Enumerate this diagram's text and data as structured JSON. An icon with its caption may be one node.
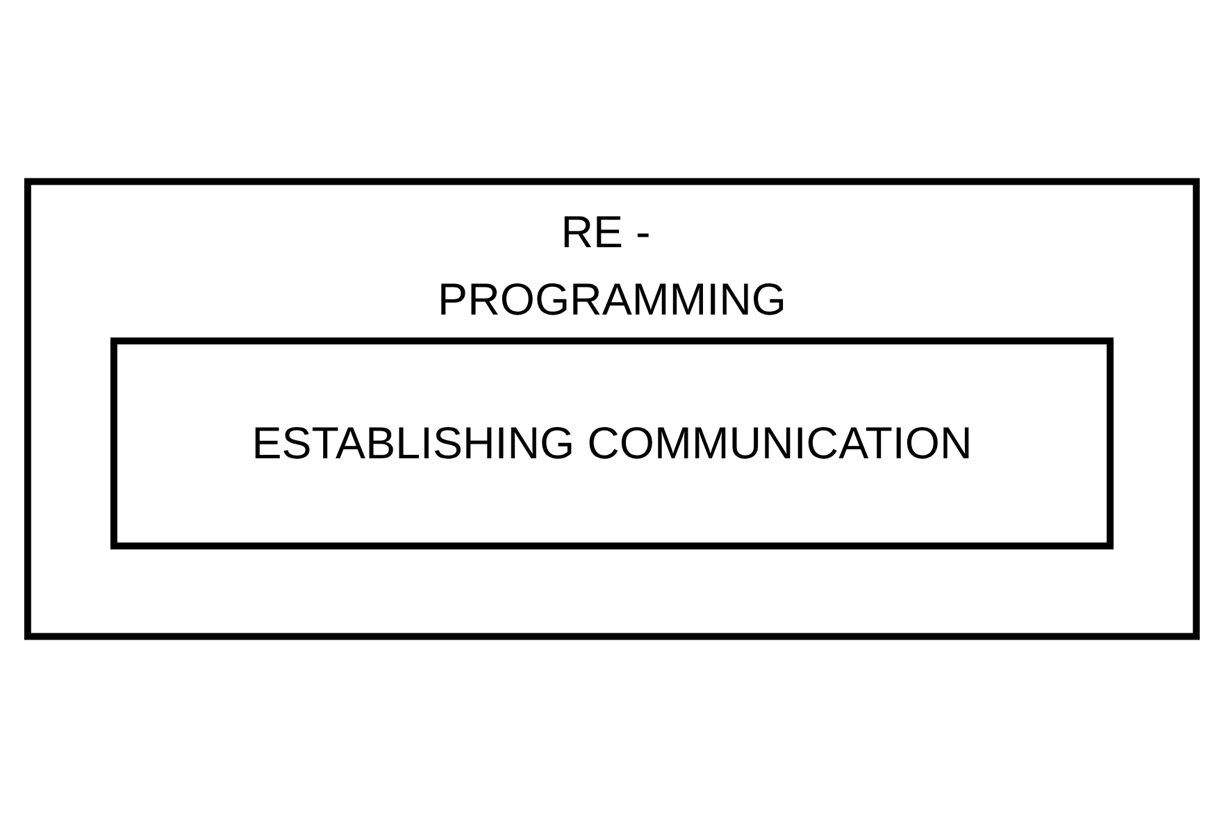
{
  "diagram": {
    "nodes": [
      {
        "text": [
          "RE - PROGRAMMING"
        ]
      },
      {
        "text": [
          "ESTABLISHING COMMUNICATION"
        ],
        "in": 0
      }
    ]
  }
}
